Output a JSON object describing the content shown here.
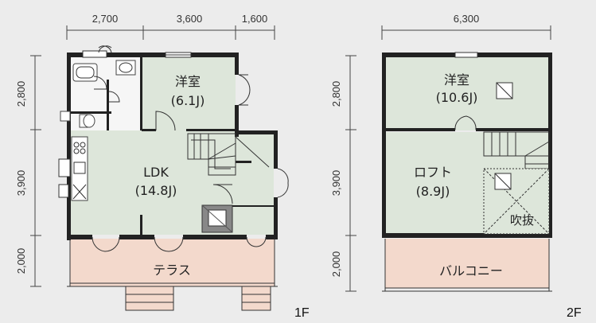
{
  "floor1": {
    "label": "1F",
    "dims_top": [
      "2,700",
      "3,600",
      "1,600"
    ],
    "dims_left": [
      "2,800",
      "3,900",
      "2,000"
    ],
    "rooms": {
      "western": {
        "name": "洋室",
        "size": "(6.1J)"
      },
      "ldk": {
        "name": "LDK",
        "size": "(14.8J)"
      },
      "terrace": {
        "name": "テラス"
      }
    }
  },
  "floor2": {
    "label": "2F",
    "dims_top": [
      "6,300"
    ],
    "dims_left": [
      "2,800",
      "3,900",
      "2,000"
    ],
    "rooms": {
      "western": {
        "name": "洋室",
        "size": "(10.6J)"
      },
      "loft": {
        "name": "ロフト",
        "size": "(8.9J)"
      },
      "void": {
        "name": "吹抜"
      },
      "balcony": {
        "name": "バルコニー"
      }
    }
  },
  "colors": {
    "room_fill": "#dde6da",
    "deck_fill": "#f3d9cc",
    "wall": "#222222",
    "background": "#ececec"
  }
}
